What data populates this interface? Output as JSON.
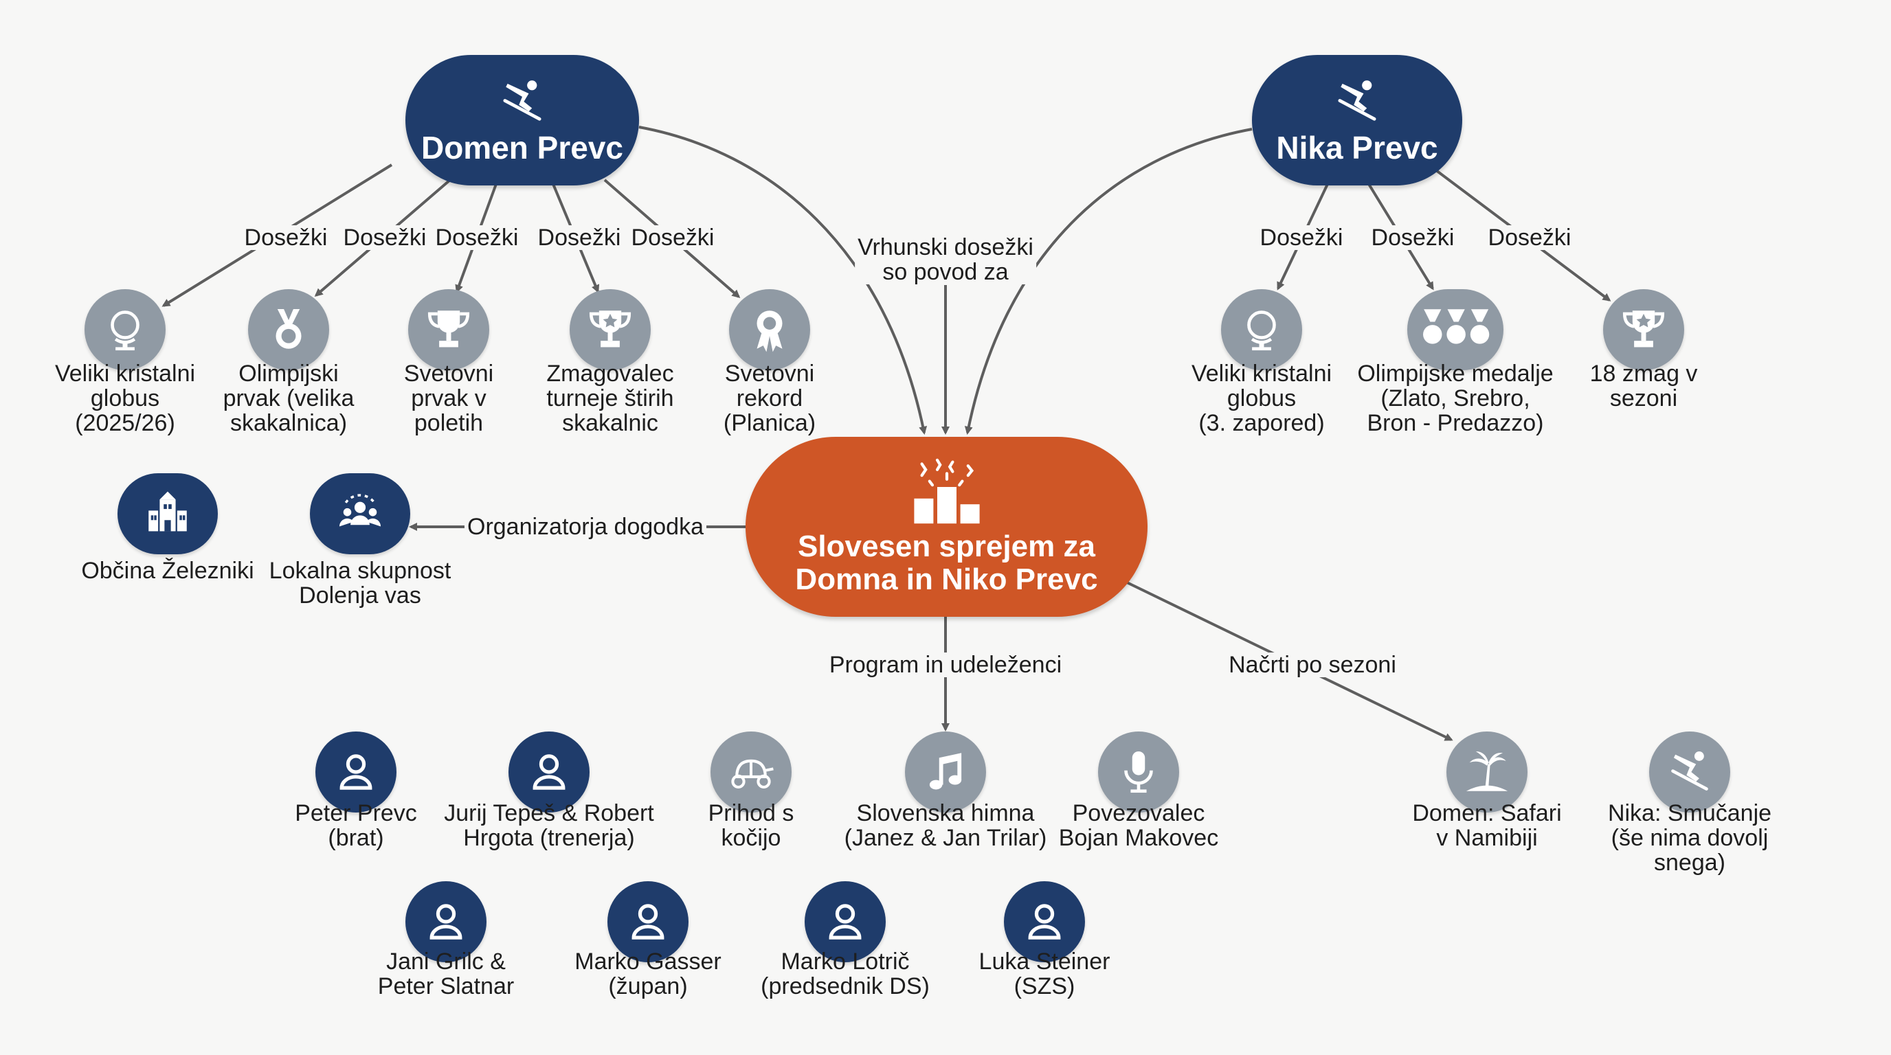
{
  "colors": {
    "navy": "#1f3c6b",
    "orange": "#cf5626",
    "gray_icon": "#909aa4",
    "edge": "#5e5e5e",
    "background": "#f7f7f6"
  },
  "hubs": {
    "domen": {
      "title": "Domen Prevc",
      "icon": "skier-icon"
    },
    "nika": {
      "title": "Nika Prevc",
      "icon": "skier-icon"
    },
    "center": {
      "title_line1": "Slovesen sprejem za",
      "title_line2": "Domna in Niko Prevc",
      "icon": "podium-confetti-icon"
    }
  },
  "edge_labels": {
    "dosezki": "Dosežki",
    "vrhunski": "Vrhunski dosežki\nso povod za",
    "organizatorja": "Organizatorja dogodka",
    "program": "Program in udeleženci",
    "nacrti": "Načrti po sezoni"
  },
  "domen_achievements": [
    {
      "label": "Veliki kristalni\nglobus\n(2025/26)",
      "icon": "globe-icon"
    },
    {
      "label": "Olimpijski\nprvak (velika\nskakalnica)",
      "icon": "medal-icon"
    },
    {
      "label": "Svetovni\nprvak v\npoletih",
      "icon": "trophy-icon"
    },
    {
      "label": "Zmagovalec\nturneje štirih\nskakalnic",
      "icon": "star-trophy-icon"
    },
    {
      "label": "Svetovni\nrekord\n(Planica)",
      "icon": "award-icon"
    }
  ],
  "nika_achievements": [
    {
      "label": "Veliki kristalni\nglobus\n(3. zapored)",
      "icon": "globe-icon"
    },
    {
      "label": "Olimpijske medalje\n(Zlato, Srebro,\nBron - Predazzo)",
      "icon": "three-medals-icon"
    },
    {
      "label": "18 zmag v\nsezoni",
      "icon": "star-trophy-icon"
    }
  ],
  "organizers": [
    {
      "label": "Občina Železniki",
      "icon": "town-hall-icon"
    },
    {
      "label": "Lokalna skupnost\nDolenja vas",
      "icon": "community-icon"
    }
  ],
  "program": [
    {
      "label": "Peter Prevc\n(brat)",
      "icon": "person-icon"
    },
    {
      "label": "Jurij Tepeš & Robert\nHrgota (trenerja)",
      "icon": "person-icon"
    },
    {
      "label": "Prihod s\nkočijo",
      "icon": "carriage-icon"
    },
    {
      "label": "Slovenska himna\n(Janez & Jan Trilar)",
      "icon": "music-icon"
    },
    {
      "label": "Povezovalec\nBojan Makovec",
      "icon": "microphone-icon"
    },
    {
      "label": "Jani Grilc &\nPeter Slatnar",
      "icon": "person-icon"
    },
    {
      "label": "Marko Gasser\n(župan)",
      "icon": "person-icon"
    },
    {
      "label": "Marko Lotrič\n(predsednik DS)",
      "icon": "person-icon"
    },
    {
      "label": "Luka Steiner\n(SZS)",
      "icon": "person-icon"
    }
  ],
  "plans": [
    {
      "label": "Domen: Safari\nv Namibiji",
      "icon": "palm-island-icon"
    },
    {
      "label": "Nika: Smučanje\n(še nima dovolj\nsnega)",
      "icon": "skier-icon"
    }
  ]
}
